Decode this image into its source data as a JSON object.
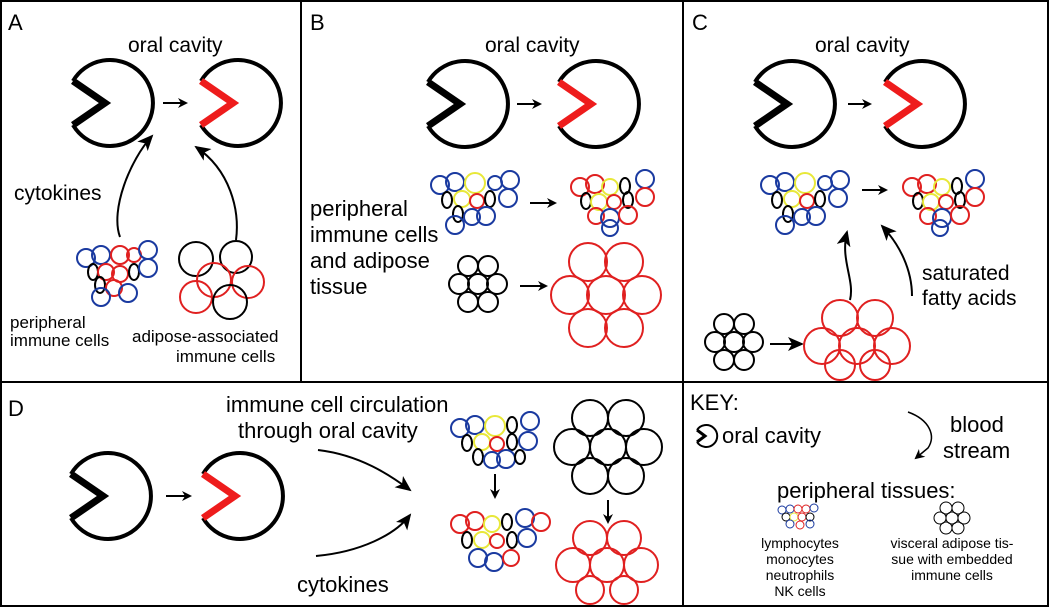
{
  "colors": {
    "stroke": "#000000",
    "highlight": "#ee1c1c",
    "blue": "#1a3aa0",
    "yellow": "#e8e83a",
    "red": "#e02020"
  },
  "panels": {
    "A": {
      "letter": "A",
      "title": "oral cavity",
      "cytokines": "cytokines",
      "left_label_1": "peripheral",
      "left_label_2": "immune cells",
      "right_label_1": "adipose-associated",
      "right_label_2": "immune cells"
    },
    "B": {
      "letter": "B",
      "title": "oral cavity",
      "side_label_1": "peripheral",
      "side_label_2": "immune cells",
      "side_label_3": "and adipose",
      "side_label_4": "tissue"
    },
    "C": {
      "letter": "C",
      "title": "oral cavity",
      "fa_label_1": "saturated",
      "fa_label_2": "fatty acids"
    },
    "D": {
      "letter": "D",
      "circulation_1": "immune cell circulation",
      "circulation_2": "through oral cavity",
      "cytokines": "cytokines"
    },
    "key": {
      "heading": "KEY:",
      "oral_cavity": "oral cavity",
      "blood_1": "blood",
      "blood_2": "stream",
      "peripheral_tissues": "peripheral tissues:",
      "cells_1": "lymphocytes",
      "cells_2": "monocytes",
      "cells_3": "neutrophils",
      "cells_4": "NK cells",
      "adipose_1": "visceral adipose tis-",
      "adipose_2": "sue with embedded",
      "adipose_3": "immune cells"
    }
  }
}
